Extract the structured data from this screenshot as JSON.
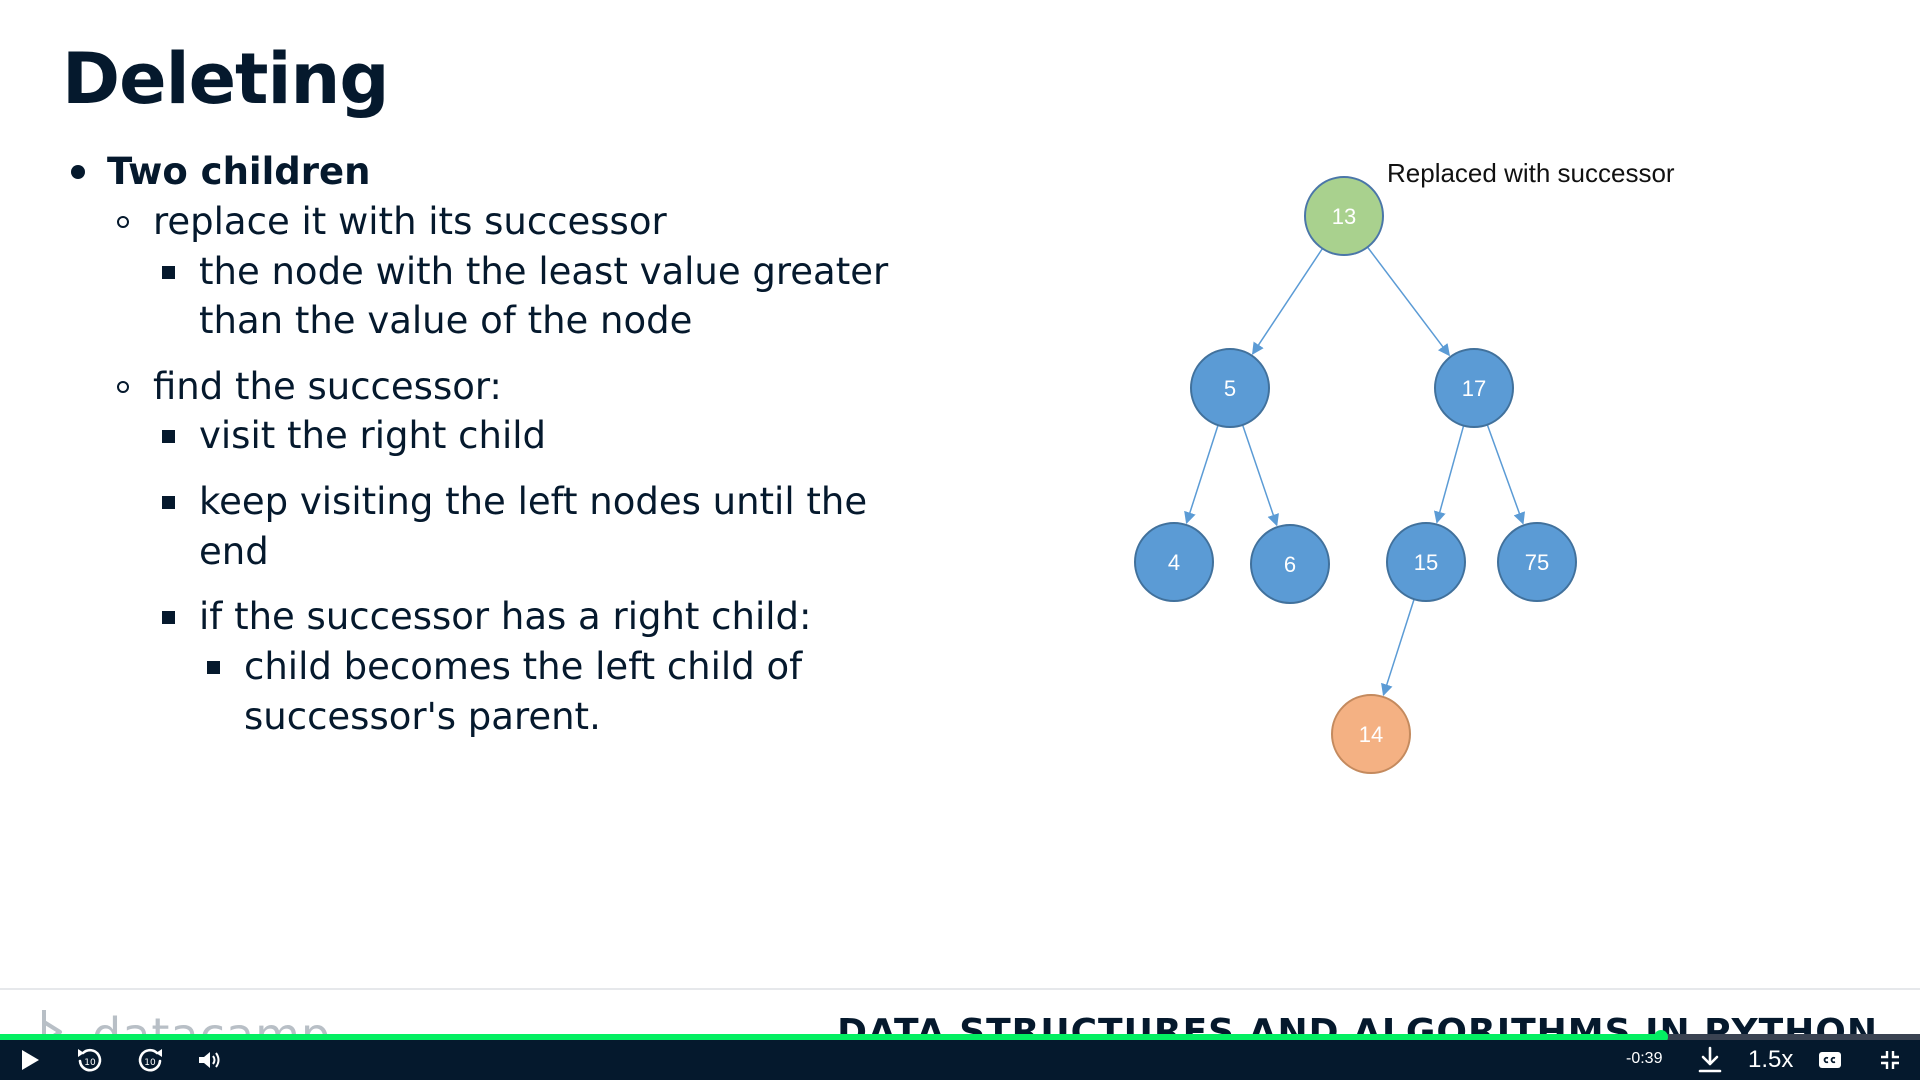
{
  "slide": {
    "title": "Deleting",
    "bullets": [
      {
        "level": 1,
        "marker": "disc",
        "lines": [
          "Two children"
        ]
      },
      {
        "level": 2,
        "marker": "circle",
        "lines": [
          "replace it with its successor"
        ]
      },
      {
        "level": 3,
        "marker": "square",
        "lines": [
          "the node with the least value greater",
          "than the value of the node"
        ]
      },
      {
        "level": 2,
        "marker": "circle",
        "lines": [
          "find the successor:"
        ]
      },
      {
        "level": 3,
        "marker": "square",
        "lines": [
          "visit the right child"
        ]
      },
      {
        "level": 3,
        "marker": "square",
        "lines": [
          "keep visiting the left nodes until the",
          "end"
        ]
      },
      {
        "level": 3,
        "marker": "square",
        "lines": [
          "if the successor has a right child:"
        ]
      },
      {
        "level": 4,
        "marker": "square",
        "lines": [
          "child becomes the left child of",
          "successor's parent."
        ]
      }
    ]
  },
  "tree": {
    "caption": "Replaced with successor",
    "nodes": [
      {
        "id": "n13",
        "label": "13",
        "color": "#a9d18e"
      },
      {
        "id": "n5",
        "label": "5",
        "color": "#5b9bd5"
      },
      {
        "id": "n17",
        "label": "17",
        "color": "#5b9bd5"
      },
      {
        "id": "n4",
        "label": "4",
        "color": "#5b9bd5"
      },
      {
        "id": "n6",
        "label": "6",
        "color": "#5b9bd5"
      },
      {
        "id": "n15",
        "label": "15",
        "color": "#5b9bd5"
      },
      {
        "id": "n75",
        "label": "75",
        "color": "#5b9bd5"
      },
      {
        "id": "n14",
        "label": "14",
        "color": "#f4b183"
      }
    ],
    "edges": [
      [
        "n13",
        "n5"
      ],
      [
        "n13",
        "n17"
      ],
      [
        "n5",
        "n4"
      ],
      [
        "n5",
        "n6"
      ],
      [
        "n17",
        "n15"
      ],
      [
        "n17",
        "n75"
      ],
      [
        "n15",
        "n14"
      ]
    ]
  },
  "footer": {
    "brand": "datacamp",
    "course_title": "DATA STRUCTURES AND ALGORITHMS IN PYTHON"
  },
  "player": {
    "time_remaining": "-0:39",
    "playback_speed": "1.5x",
    "progress_fraction": 0.865,
    "skip_back_label": "10",
    "skip_forward_label": "10",
    "accent_color": "#03ef62",
    "icons": [
      "play-icon",
      "rewind-10-icon",
      "forward-10-icon",
      "volume-icon",
      "download-icon",
      "captions-icon",
      "exit-fullscreen-icon"
    ]
  }
}
